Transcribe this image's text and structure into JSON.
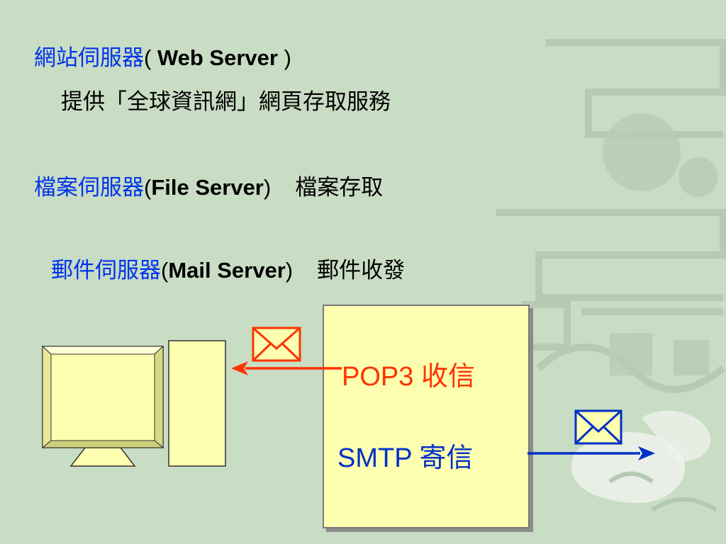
{
  "lines": {
    "web": {
      "name": "網站伺服器",
      "open": "( ",
      "english": "Web Server",
      "close": " )"
    },
    "web_desc": "提供「全球資訊網」網頁存取服務",
    "file": {
      "name": "檔案伺服器",
      "open": "(",
      "english": "File Server",
      "close": ")",
      "desc": "檔案存取"
    },
    "mail": {
      "name": "郵件伺服器",
      "open": "(",
      "english": "Mail Server",
      "close": ")",
      "desc": "郵件收發"
    }
  },
  "server_box": {
    "pop3": "POP3 收信",
    "smtp": "SMTP 寄信"
  },
  "colors": {
    "background": "#c9dcc4",
    "heading_blue": "#0033ee",
    "pop3_red": "#ff3300",
    "smtp_blue": "#0030c8",
    "box_yellow": "#fefeb0"
  },
  "icons": [
    "envelope-icon",
    "computer-monitor-icon",
    "computer-tower-icon",
    "arrow-left-icon",
    "arrow-right-icon"
  ]
}
